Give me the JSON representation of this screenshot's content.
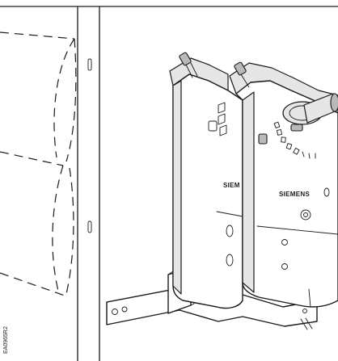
{
  "figure": {
    "brand_label_front": "SIEMENS",
    "brand_label_rear": "SIEM",
    "figure_code": "EA0965R2"
  },
  "icons": {
    "wall_panel": "panel-outline",
    "damper_blades": "dashed-damper-blade-icon",
    "actuator": "damper-actuator-icon",
    "mounting_bracket": "mounting-bracket-icon"
  },
  "colors": {
    "line": "#1a1a1a",
    "fill": "#ffffff",
    "shade": "#e6e6e6"
  }
}
